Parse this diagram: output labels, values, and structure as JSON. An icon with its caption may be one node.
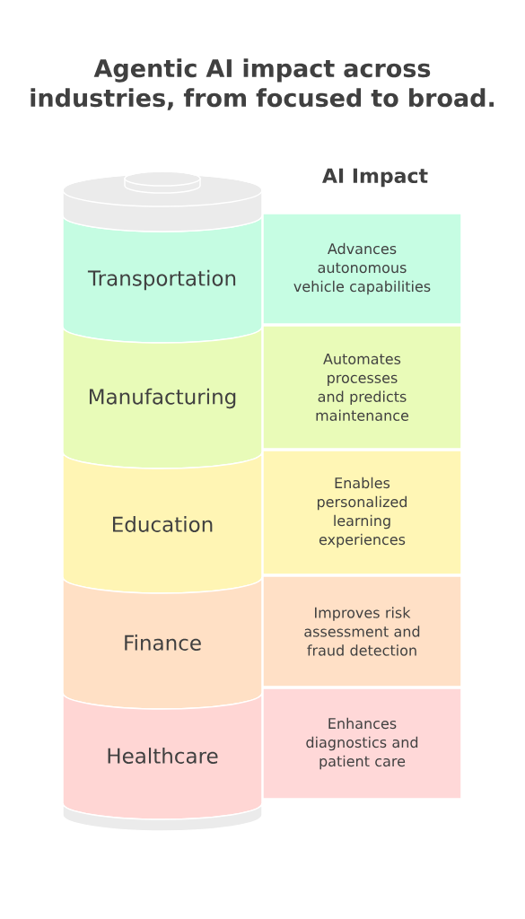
{
  "diagram": {
    "title": "Agentic AI impact across industries, from focused to broad.",
    "nodes": [
      {
        "text": [
          "Transportation"
        ]
      },
      {
        "text": [
          "Advances autonomous vehicle capabilities"
        ]
      },
      {
        "text": [
          "Manufacturing"
        ]
      },
      {
        "text": [
          "Automates processes and predicts maintenance"
        ]
      },
      {
        "text": [
          "Education"
        ]
      },
      {
        "text": [
          "Enables personalized learning experiences"
        ]
      },
      {
        "text": [
          "Finance"
        ]
      },
      {
        "text": [
          "Improves risk assessment and fraud detection"
        ]
      },
      {
        "text": [
          "Healthcare"
        ]
      },
      {
        "text": [
          "Enhances diagnostics and patient care"
        ]
      },
      {
        "text": [],
        "shape": "cylinder"
      }
    ],
    "labels": [
      "AI Impact"
    ]
  }
}
